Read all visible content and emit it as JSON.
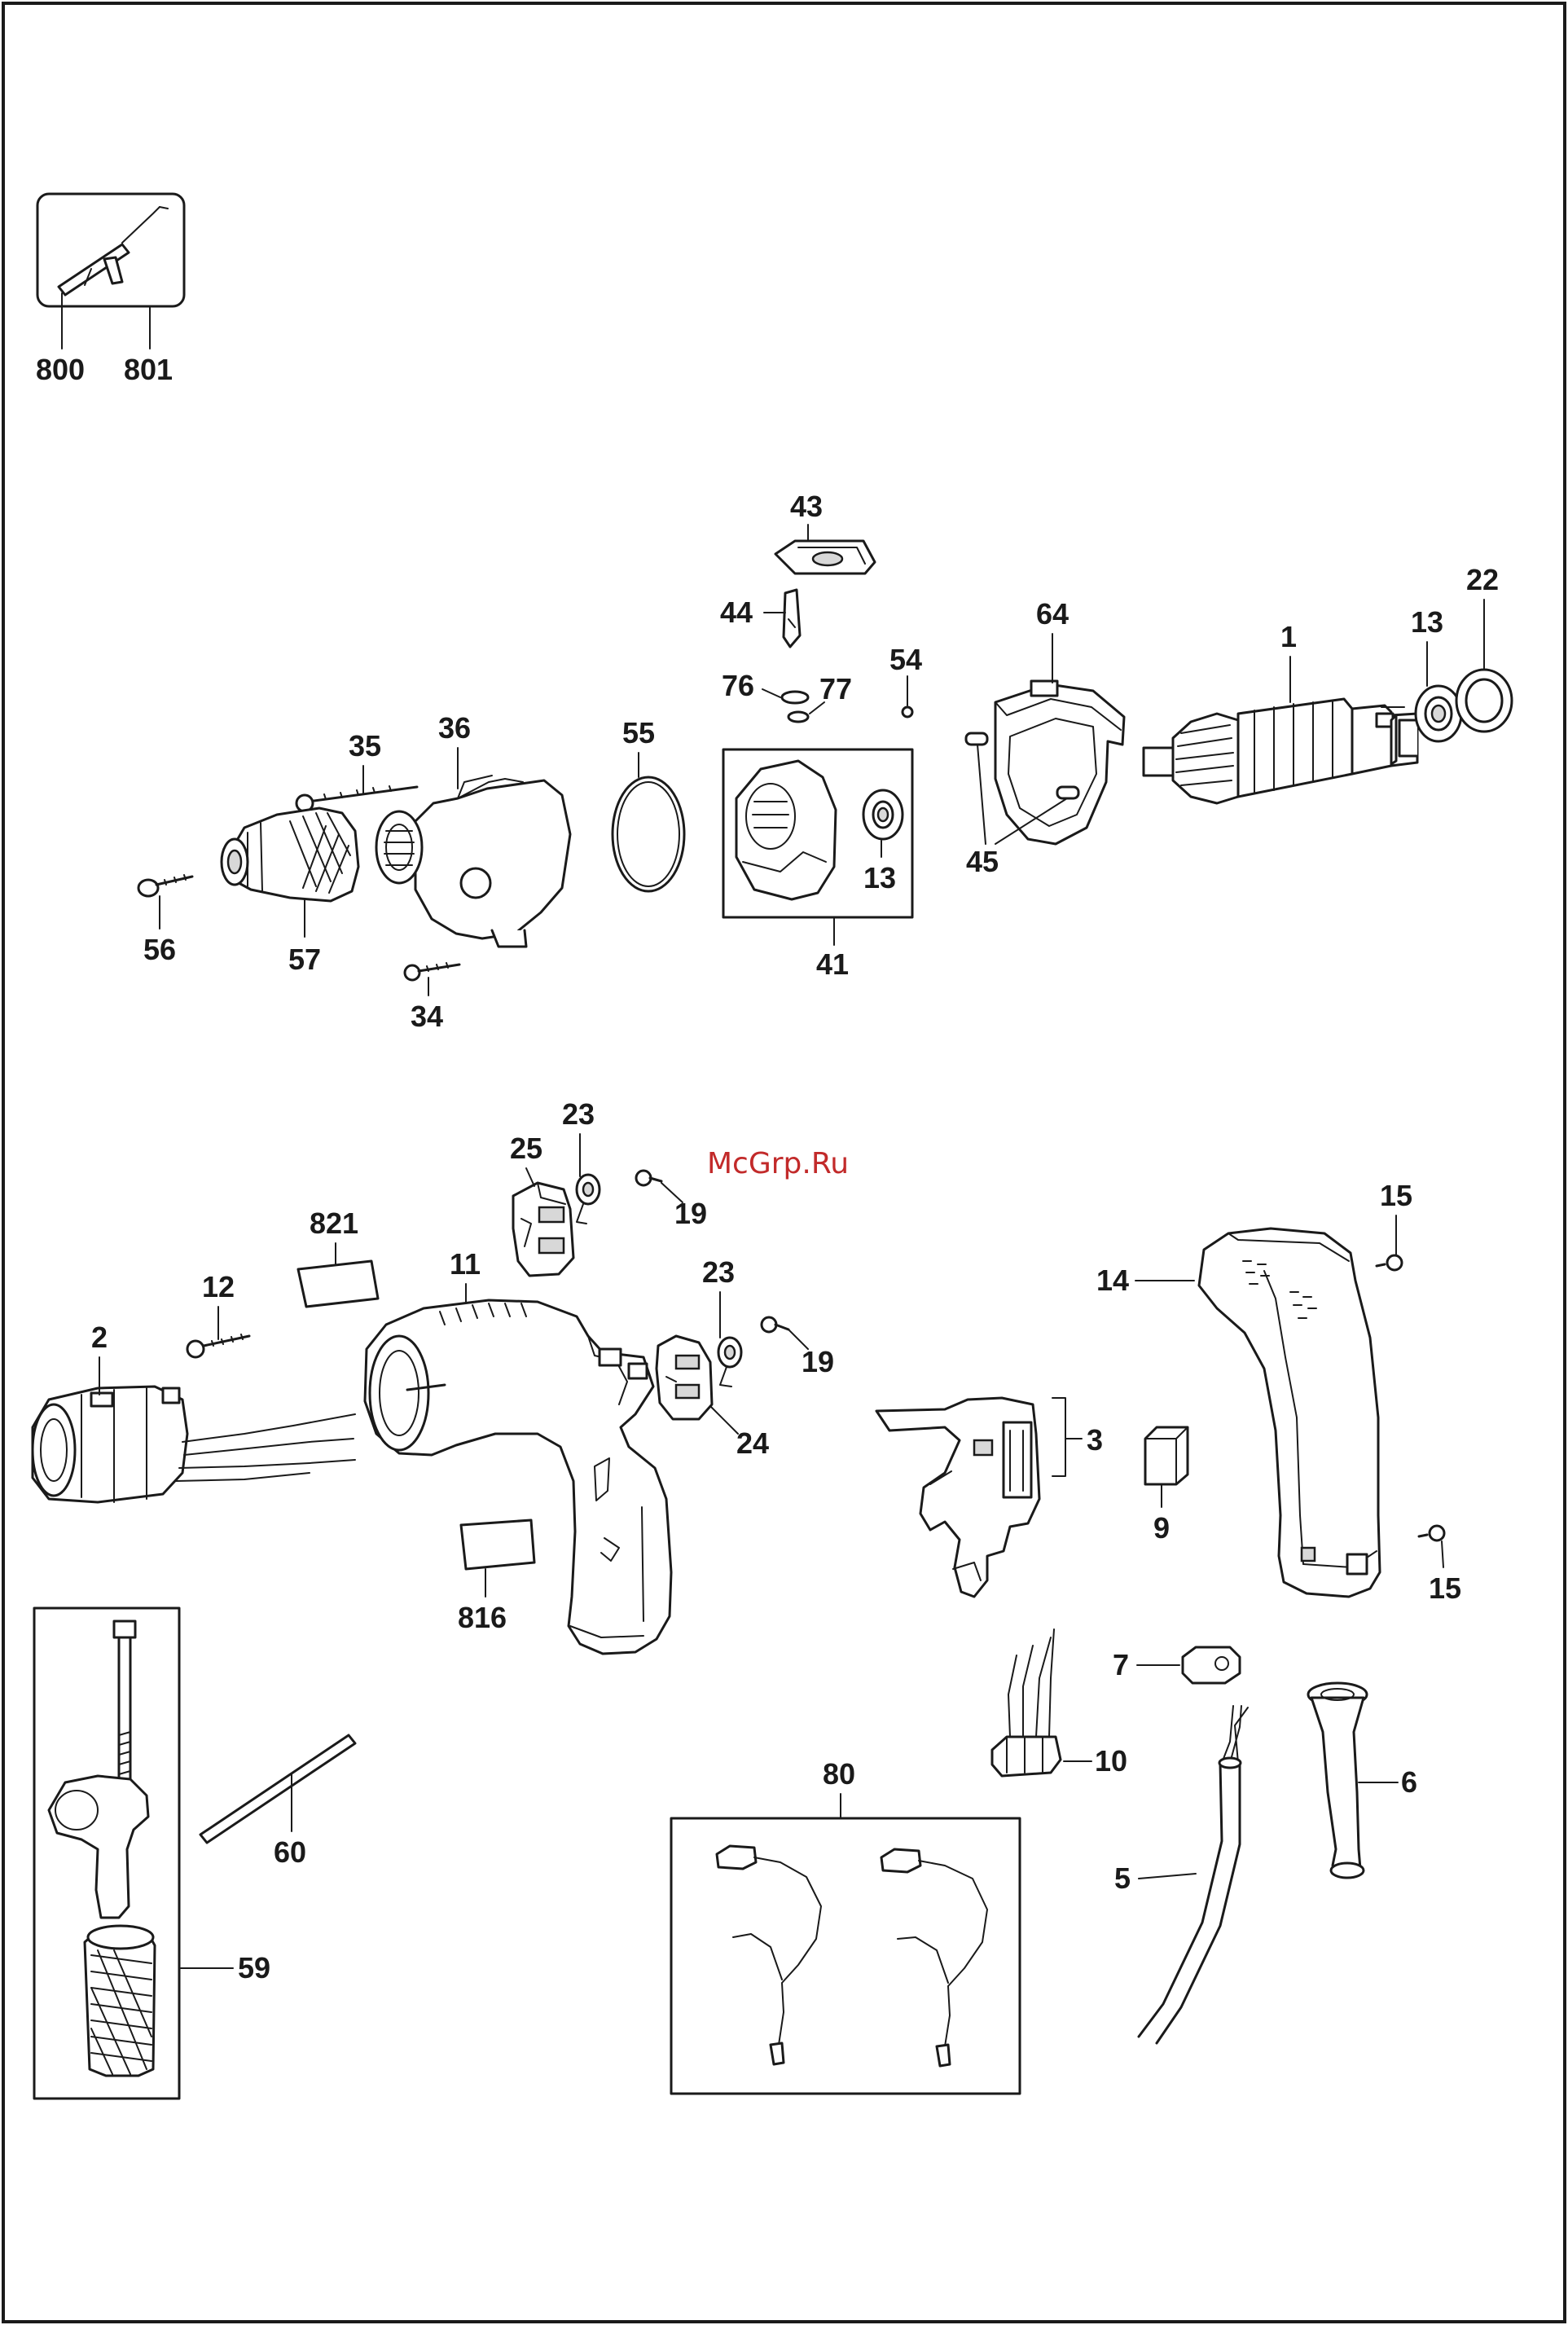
{
  "watermark": "McGrp.Ru",
  "parts": {
    "p800": "800",
    "p801": "801",
    "p43": "43",
    "p44": "44",
    "p76": "76",
    "p77": "77",
    "p54": "54",
    "p64": "64",
    "p1": "1",
    "p13a": "13",
    "p22": "22",
    "p35": "35",
    "p36": "36",
    "p55": "55",
    "p56": "56",
    "p57": "57",
    "p34": "34",
    "p13b": "13",
    "p41": "41",
    "p45": "45",
    "p23a": "23",
    "p25": "25",
    "p19a": "19",
    "p821": "821",
    "p12": "12",
    "p11": "11",
    "p23b": "23",
    "p19b": "19",
    "p24": "24",
    "p2": "2",
    "p816": "816",
    "p15a": "15",
    "p14": "14",
    "p3": "3",
    "p9": "9",
    "p15b": "15",
    "p7": "7",
    "p10": "10",
    "p80": "80",
    "p6": "6",
    "p5": "5",
    "p60": "60",
    "p59": "59"
  }
}
